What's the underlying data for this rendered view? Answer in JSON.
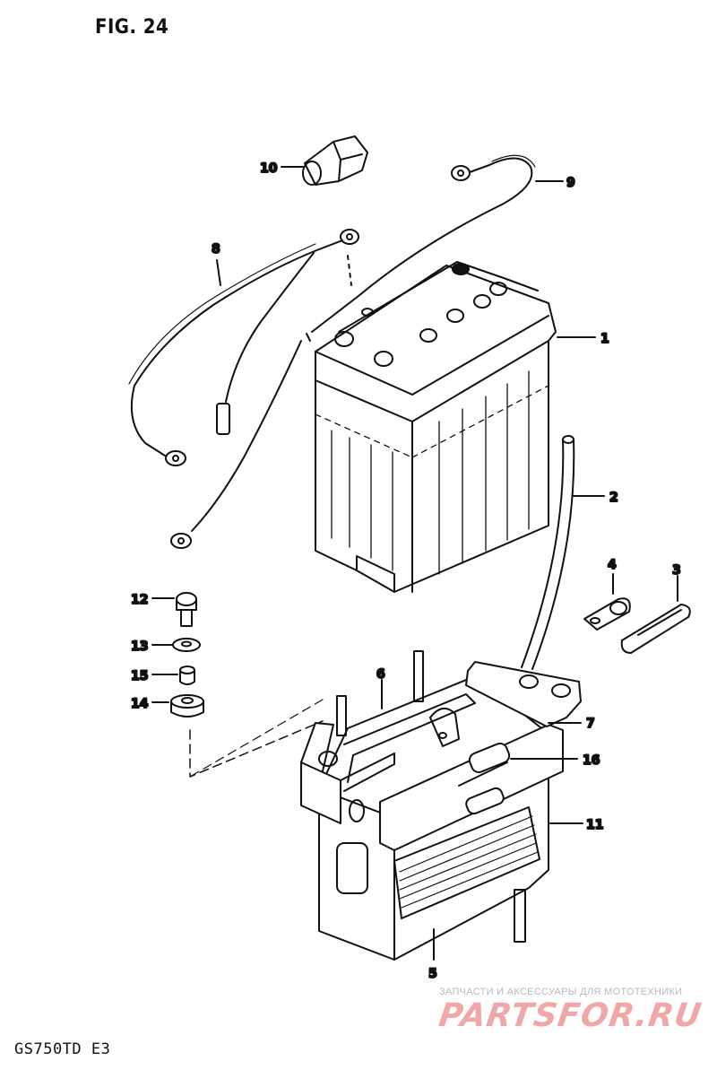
{
  "figure": {
    "title": "FIG. 24",
    "model": "GS750TD  E3"
  },
  "callouts": [
    {
      "id": "c1",
      "label": "1"
    },
    {
      "id": "c2",
      "label": "2"
    },
    {
      "id": "c3",
      "label": "3"
    },
    {
      "id": "c4",
      "label": "4"
    },
    {
      "id": "c5",
      "label": "5"
    },
    {
      "id": "c6",
      "label": "6"
    },
    {
      "id": "c7",
      "label": "7"
    },
    {
      "id": "c8",
      "label": "8"
    },
    {
      "id": "c9",
      "label": "9"
    },
    {
      "id": "c10",
      "label": "10"
    },
    {
      "id": "c11",
      "label": "11"
    },
    {
      "id": "c12",
      "label": "12"
    },
    {
      "id": "c13",
      "label": "13"
    },
    {
      "id": "c14",
      "label": "14"
    },
    {
      "id": "c15",
      "label": "15"
    },
    {
      "id": "c16",
      "label": "16"
    }
  ],
  "watermark": {
    "tagline": "ЗАПЧАСТИ И АКСЕССУАРЫ ДЛЯ МОТОТЕХНИКИ",
    "logo_text": "PARTSFOR.RU",
    "color": "#f0a7a7"
  }
}
